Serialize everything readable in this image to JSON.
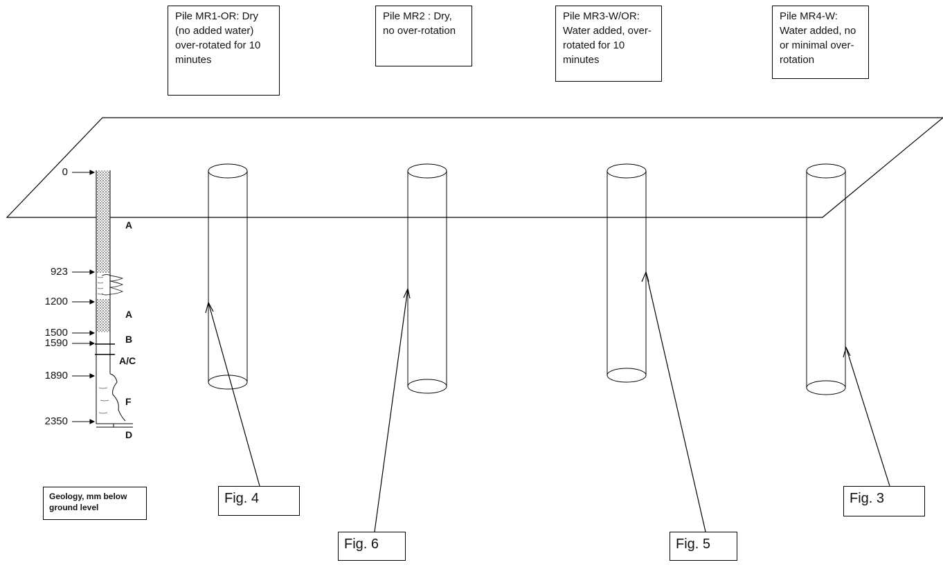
{
  "piles": [
    {
      "id": "mr1",
      "label": "Pile MR1-OR: Dry (no added water) over-rotated for 10 minutes"
    },
    {
      "id": "mr2",
      "label": "Pile MR2 : Dry, no over-rotation"
    },
    {
      "id": "mr3",
      "label": "Pile MR3-W/OR: Water added, over-rotated  for 10 minutes"
    },
    {
      "id": "mr4",
      "label": "Pile MR4-W: Water added, no or minimal over-rotation"
    }
  ],
  "figures": {
    "fig4": "Fig. 4",
    "fig6": "Fig. 6",
    "fig5": "Fig. 5",
    "fig3": "Fig. 3"
  },
  "geology": {
    "caption": "Geology, mm below ground level",
    "depths": [
      "0",
      "923",
      "1200",
      "1500",
      "1590",
      "1890",
      "2350"
    ],
    "layers": [
      "A",
      "A",
      "B",
      "A/C",
      "F",
      "D"
    ]
  }
}
